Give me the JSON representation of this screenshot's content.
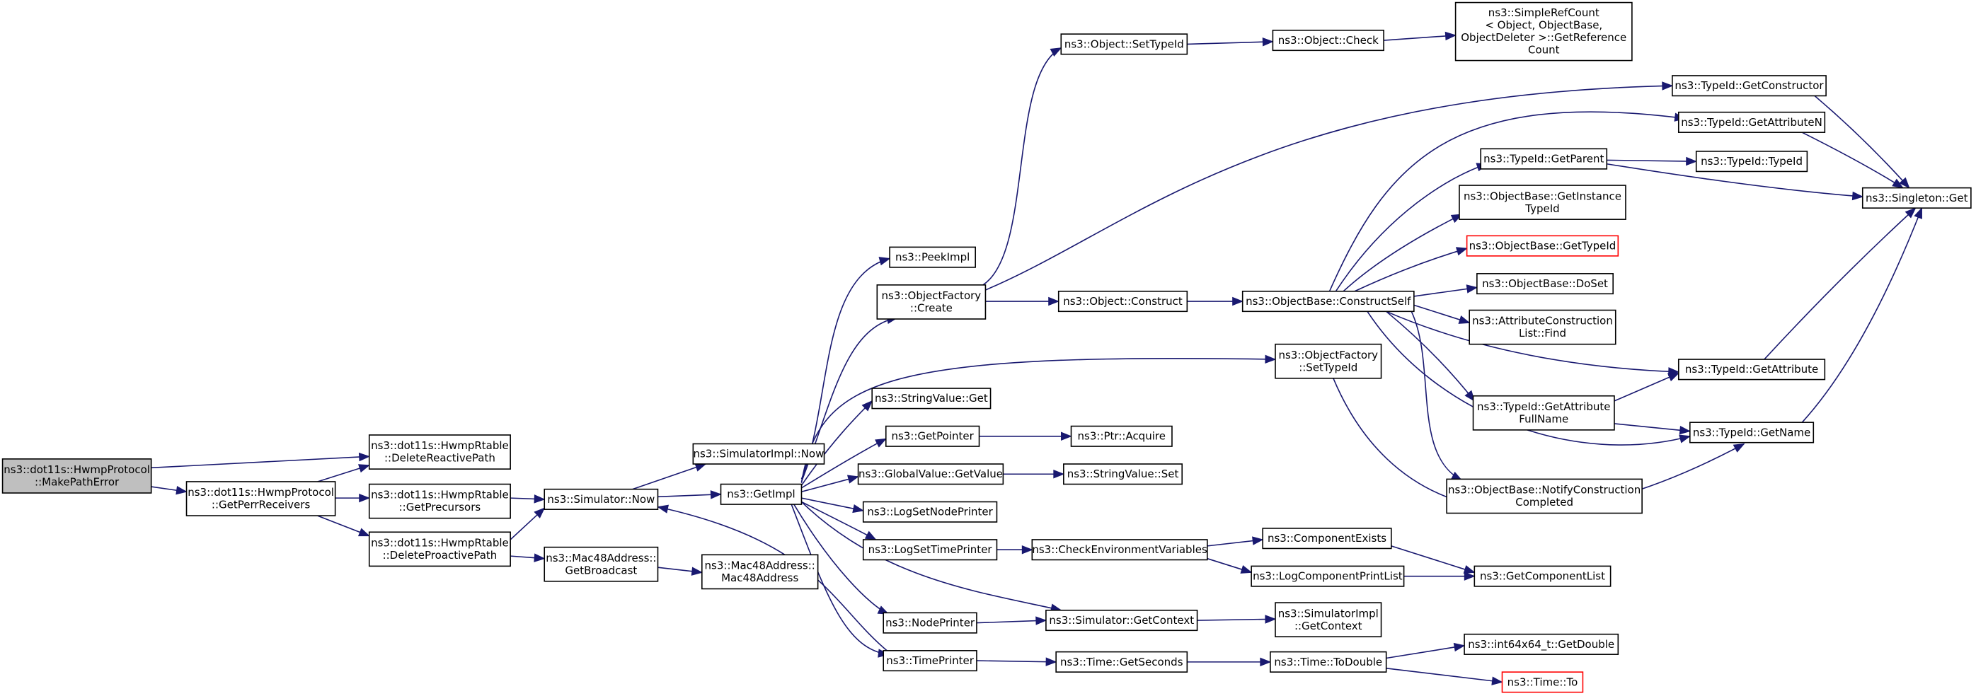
{
  "diagram": {
    "title": "",
    "colors": {
      "edge": "#191970",
      "node_border": "#000000",
      "root_fill": "#bfbfbf",
      "truncated_border": "#ff0000"
    },
    "nodes": [
      {
        "id": "MakePathError",
        "lines": [
          "ns3::dot11s::HwmpProtocol",
          "::MakePathError"
        ],
        "style": "root"
      },
      {
        "id": "DeleteReactivePath",
        "lines": [
          "ns3::dot11s::HwmpRtable",
          "::DeleteReactivePath"
        ]
      },
      {
        "id": "GetPerrReceivers",
        "lines": [
          "ns3::dot11s::HwmpProtocol",
          "::GetPerrReceivers"
        ]
      },
      {
        "id": "GetPrecursors",
        "lines": [
          "ns3::dot11s::HwmpRtable",
          "::GetPrecursors"
        ]
      },
      {
        "id": "DeleteProactivePath",
        "lines": [
          "ns3::dot11s::HwmpRtable",
          "::DeleteProactivePath"
        ]
      },
      {
        "id": "SimulatorNow",
        "lines": [
          "ns3::Simulator::Now"
        ]
      },
      {
        "id": "GetBroadcast",
        "lines": [
          "ns3::Mac48Address::",
          "GetBroadcast"
        ]
      },
      {
        "id": "Mac48Address",
        "lines": [
          "ns3::Mac48Address::",
          "Mac48Address"
        ]
      },
      {
        "id": "SimulatorImplNow",
        "lines": [
          "ns3::SimulatorImpl::Now"
        ]
      },
      {
        "id": "GetImpl",
        "lines": [
          "ns3::GetImpl"
        ]
      },
      {
        "id": "PeekImpl",
        "lines": [
          "ns3::PeekImpl"
        ]
      },
      {
        "id": "ObjectFactoryCreate",
        "lines": [
          "ns3::ObjectFactory",
          "::Create"
        ]
      },
      {
        "id": "StringValueGet",
        "lines": [
          "ns3::StringValue::Get"
        ]
      },
      {
        "id": "GetPointer",
        "lines": [
          "ns3::GetPointer"
        ]
      },
      {
        "id": "GlobalValueGetValue",
        "lines": [
          "ns3::GlobalValue::GetValue"
        ]
      },
      {
        "id": "LogSetNodePrinter",
        "lines": [
          "ns3::LogSetNodePrinter"
        ]
      },
      {
        "id": "LogSetTimePrinter",
        "lines": [
          "ns3::LogSetTimePrinter"
        ]
      },
      {
        "id": "NodePrinter",
        "lines": [
          "ns3::NodePrinter"
        ]
      },
      {
        "id": "TimePrinter",
        "lines": [
          "ns3::TimePrinter"
        ]
      },
      {
        "id": "ObjectSetTypeId",
        "lines": [
          "ns3::Object::SetTypeId"
        ]
      },
      {
        "id": "ObjectConstruct",
        "lines": [
          "ns3::Object::Construct"
        ]
      },
      {
        "id": "PtrAcquire",
        "lines": [
          "ns3::Ptr::Acquire"
        ]
      },
      {
        "id": "StringValueSet",
        "lines": [
          "ns3::StringValue::Set"
        ]
      },
      {
        "id": "CheckEnvironmentVariables",
        "lines": [
          "ns3::CheckEnvironmentVariables"
        ]
      },
      {
        "id": "SimulatorGetContext",
        "lines": [
          "ns3::Simulator::GetContext"
        ]
      },
      {
        "id": "TimeGetSeconds",
        "lines": [
          "ns3::Time::GetSeconds"
        ]
      },
      {
        "id": "ObjectCheck",
        "lines": [
          "ns3::Object::Check"
        ]
      },
      {
        "id": "ObjectBaseConstructSelf",
        "lines": [
          "ns3::ObjectBase::ConstructSelf"
        ]
      },
      {
        "id": "ObjectFactorySetTypeId",
        "lines": [
          "ns3::ObjectFactory",
          "::SetTypeId"
        ]
      },
      {
        "id": "ComponentExists",
        "lines": [
          "ns3::ComponentExists"
        ]
      },
      {
        "id": "LogComponentPrintList",
        "lines": [
          "ns3::LogComponentPrintList"
        ]
      },
      {
        "id": "SimulatorImplGetContext",
        "lines": [
          "ns3::SimulatorImpl",
          "::GetContext"
        ]
      },
      {
        "id": "TimeToDouble",
        "lines": [
          "ns3::Time::ToDouble"
        ]
      },
      {
        "id": "SimpleRefCount",
        "lines": [
          "ns3::SimpleRefCount",
          "< Object, ObjectBase,",
          " ObjectDeleter >::GetReference",
          "Count"
        ]
      },
      {
        "id": "TypeIdGetParent",
        "lines": [
          "ns3::TypeId::GetParent"
        ]
      },
      {
        "id": "GetInstanceTypeId",
        "lines": [
          "ns3::ObjectBase::GetInstance",
          "TypeId"
        ]
      },
      {
        "id": "ObjectBaseGetTypeId",
        "lines": [
          "ns3::ObjectBase::GetTypeId"
        ],
        "style": "red"
      },
      {
        "id": "ObjectBaseDoSet",
        "lines": [
          "ns3::ObjectBase::DoSet"
        ]
      },
      {
        "id": "AttributeConstructionListFind",
        "lines": [
          "ns3::AttributeConstruction",
          "List::Find"
        ]
      },
      {
        "id": "TypeIdGetAttributeFullName",
        "lines": [
          "ns3::TypeId::GetAttribute",
          "FullName"
        ]
      },
      {
        "id": "NotifyConstructionCompleted",
        "lines": [
          "ns3::ObjectBase::NotifyConstruction",
          "Completed"
        ]
      },
      {
        "id": "GetComponentList",
        "lines": [
          "ns3::GetComponentList"
        ]
      },
      {
        "id": "Int64GetDouble",
        "lines": [
          "ns3::int64x64_t::GetDouble"
        ]
      },
      {
        "id": "TimeTo",
        "lines": [
          "ns3::Time::To"
        ],
        "style": "red"
      },
      {
        "id": "TypeIdGetConstructor",
        "lines": [
          "ns3::TypeId::GetConstructor"
        ]
      },
      {
        "id": "TypeIdGetAttributeN",
        "lines": [
          "ns3::TypeId::GetAttributeN"
        ]
      },
      {
        "id": "TypeIdTypeId",
        "lines": [
          "ns3::TypeId::TypeId"
        ]
      },
      {
        "id": "TypeIdGetAttribute",
        "lines": [
          "ns3::TypeId::GetAttribute"
        ]
      },
      {
        "id": "TypeIdGetName",
        "lines": [
          "ns3::TypeId::GetName"
        ]
      },
      {
        "id": "SingletonGet",
        "lines": [
          "ns3::Singleton::Get"
        ]
      }
    ],
    "edges": [
      [
        "MakePathError",
        "DeleteReactivePath"
      ],
      [
        "MakePathError",
        "GetPerrReceivers"
      ],
      [
        "GetPerrReceivers",
        "DeleteReactivePath"
      ],
      [
        "GetPerrReceivers",
        "GetPrecursors"
      ],
      [
        "GetPerrReceivers",
        "DeleteProactivePath"
      ],
      [
        "GetPrecursors",
        "SimulatorNow"
      ],
      [
        "DeleteProactivePath",
        "SimulatorNow"
      ],
      [
        "DeleteProactivePath",
        "GetBroadcast"
      ],
      [
        "GetBroadcast",
        "Mac48Address"
      ],
      [
        "SimulatorNow",
        "SimulatorImplNow"
      ],
      [
        "SimulatorNow",
        "GetImpl"
      ],
      [
        "GetImpl",
        "PeekImpl"
      ],
      [
        "GetImpl",
        "ObjectFactoryCreate"
      ],
      [
        "GetImpl",
        "ObjectFactorySetTypeId"
      ],
      [
        "GetImpl",
        "StringValueGet"
      ],
      [
        "GetImpl",
        "GetPointer"
      ],
      [
        "GetImpl",
        "GlobalValueGetValue"
      ],
      [
        "GetImpl",
        "LogSetNodePrinter"
      ],
      [
        "GetImpl",
        "LogSetTimePrinter"
      ],
      [
        "GetImpl",
        "SimulatorGetContext"
      ],
      [
        "GetImpl",
        "NodePrinter"
      ],
      [
        "GetImpl",
        "TimePrinter"
      ],
      [
        "TimePrinter",
        "SimulatorNow"
      ],
      [
        "ObjectFactoryCreate",
        "ObjectSetTypeId"
      ],
      [
        "ObjectFactoryCreate",
        "ObjectConstruct"
      ],
      [
        "ObjectFactoryCreate",
        "TypeIdGetConstructor"
      ],
      [
        "GetPointer",
        "PtrAcquire"
      ],
      [
        "GlobalValueGetValue",
        "StringValueSet"
      ],
      [
        "LogSetTimePrinter",
        "CheckEnvironmentVariables"
      ],
      [
        "NodePrinter",
        "SimulatorGetContext"
      ],
      [
        "TimePrinter",
        "TimeGetSeconds"
      ],
      [
        "ObjectSetTypeId",
        "ObjectCheck"
      ],
      [
        "ObjectCheck",
        "SimpleRefCount"
      ],
      [
        "ObjectConstruct",
        "ObjectBaseConstructSelf"
      ],
      [
        "CheckEnvironmentVariables",
        "ComponentExists"
      ],
      [
        "CheckEnvironmentVariables",
        "LogComponentPrintList"
      ],
      [
        "ComponentExists",
        "GetComponentList"
      ],
      [
        "LogComponentPrintList",
        "GetComponentList"
      ],
      [
        "SimulatorGetContext",
        "SimulatorImplGetContext"
      ],
      [
        "TimeGetSeconds",
        "TimeToDouble"
      ],
      [
        "TimeToDouble",
        "Int64GetDouble"
      ],
      [
        "TimeToDouble",
        "TimeTo"
      ],
      [
        "ObjectFactorySetTypeId",
        "TypeIdGetName"
      ],
      [
        "ObjectBaseConstructSelf",
        "TypeIdGetAttributeN"
      ],
      [
        "ObjectBaseConstructSelf",
        "TypeIdGetParent"
      ],
      [
        "ObjectBaseConstructSelf",
        "GetInstanceTypeId"
      ],
      [
        "ObjectBaseConstructSelf",
        "ObjectBaseGetTypeId"
      ],
      [
        "ObjectBaseConstructSelf",
        "ObjectBaseDoSet"
      ],
      [
        "ObjectBaseConstructSelf",
        "AttributeConstructionListFind"
      ],
      [
        "ObjectBaseConstructSelf",
        "TypeIdGetAttribute"
      ],
      [
        "ObjectBaseConstructSelf",
        "TypeIdGetAttributeFullName"
      ],
      [
        "ObjectBaseConstructSelf",
        "TypeIdGetName"
      ],
      [
        "ObjectBaseConstructSelf",
        "NotifyConstructionCompleted"
      ],
      [
        "TypeIdGetParent",
        "TypeIdTypeId"
      ],
      [
        "TypeIdGetParent",
        "SingletonGet"
      ],
      [
        "TypeIdGetAttributeFullName",
        "TypeIdGetAttribute"
      ],
      [
        "TypeIdGetAttributeFullName",
        "TypeIdGetName"
      ],
      [
        "TypeIdGetConstructor",
        "SingletonGet"
      ],
      [
        "TypeIdGetAttributeN",
        "SingletonGet"
      ],
      [
        "TypeIdGetAttribute",
        "SingletonGet"
      ],
      [
        "TypeIdGetName",
        "SingletonGet"
      ]
    ]
  }
}
